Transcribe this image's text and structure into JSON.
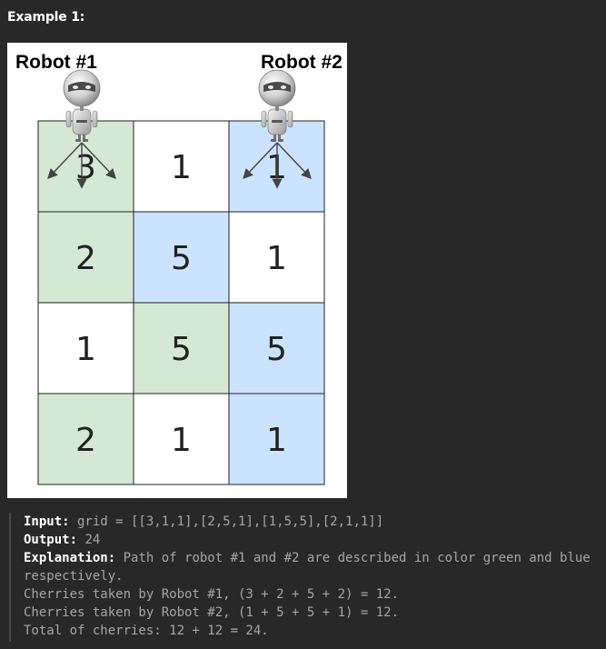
{
  "heading": "Example 1:",
  "figure": {
    "robot1_label": "Robot #1",
    "robot2_label": "Robot #2",
    "colors": {
      "green": "#d5e8d4",
      "blue": "#cce3ff",
      "white": "#ffffff",
      "border": "#222222"
    },
    "grid": [
      [
        {
          "value": "3",
          "color": "green"
        },
        {
          "value": "1",
          "color": "white"
        },
        {
          "value": "1",
          "color": "blue"
        }
      ],
      [
        {
          "value": "2",
          "color": "green"
        },
        {
          "value": "5",
          "color": "blue"
        },
        {
          "value": "1",
          "color": "white"
        }
      ],
      [
        {
          "value": "1",
          "color": "white"
        },
        {
          "value": "5",
          "color": "green"
        },
        {
          "value": "5",
          "color": "blue"
        }
      ],
      [
        {
          "value": "2",
          "color": "green"
        },
        {
          "value": "1",
          "color": "white"
        },
        {
          "value": "1",
          "color": "blue"
        }
      ]
    ],
    "icons": [
      "robot-1-icon",
      "robot-2-icon",
      "arrow-down-left-icon",
      "arrow-down-icon",
      "arrow-down-right-icon"
    ]
  },
  "explanation": {
    "input_label": "Input:",
    "input_value": " grid = [[3,1,1],[2,5,1],[1,5,5],[2,1,1]]",
    "output_label": "Output:",
    "output_value": " 24",
    "explanation_label": "Explanation:",
    "explanation_text": " Path of robot #1 and #2 are described in color green and blue respectively.",
    "line_robot1": "Cherries taken by Robot #1, (3 + 2 + 5 + 2) = 12.",
    "line_robot2": "Cherries taken by Robot #2, (1 + 5 + 5 + 1) = 12.",
    "line_total": "Total of cherries: 12 + 12 = 24."
  }
}
